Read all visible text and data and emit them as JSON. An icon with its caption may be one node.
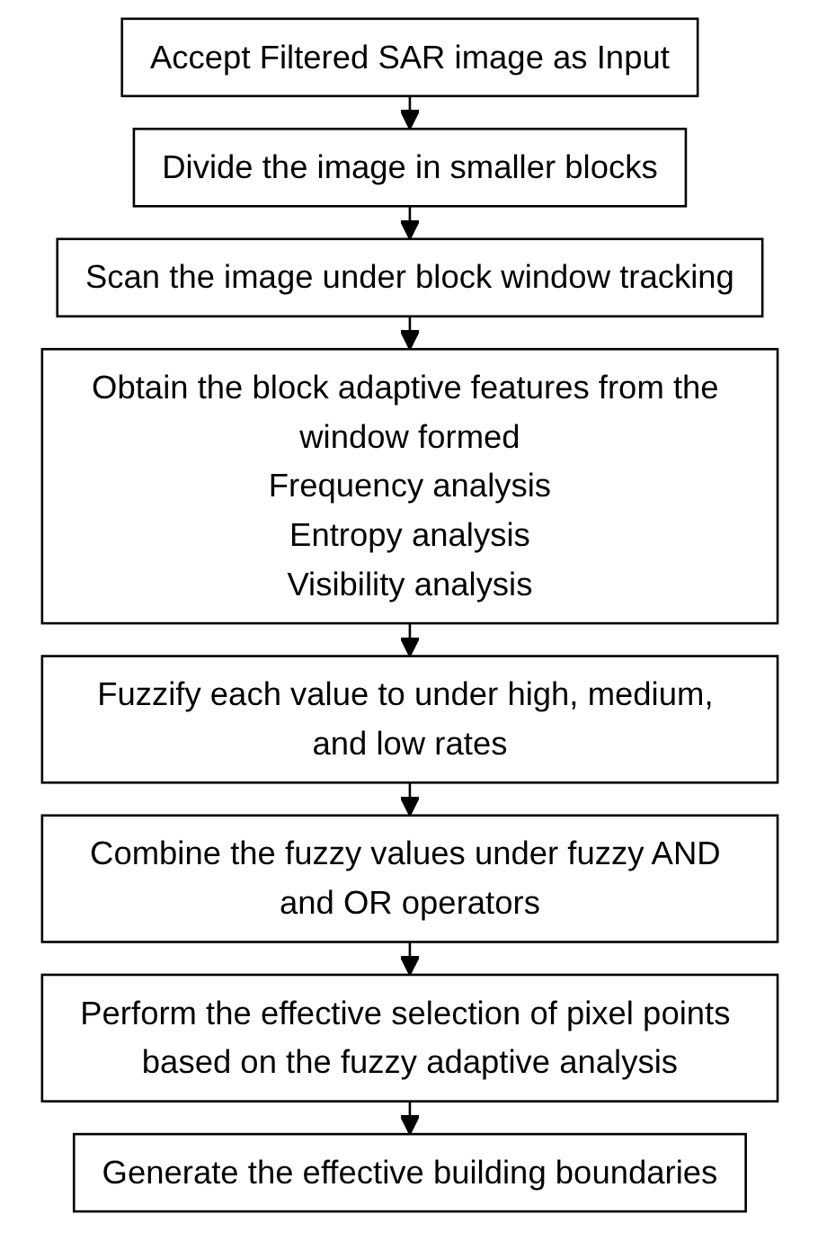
{
  "diagram": {
    "nodes": [
      {
        "text": [
          "Accept Filtered SAR image as Input"
        ]
      },
      {
        "text": [
          "Divide the image in smaller blocks"
        ]
      },
      {
        "text": [
          "Scan the image under block window tracking"
        ]
      },
      {
        "text": [
          "Obtain the block adaptive features from the window formed",
          "Frequency analysis",
          "Entropy analysis",
          "Visibility analysis"
        ]
      },
      {
        "text": [
          "Fuzzify each value to under high, medium, and low rates"
        ]
      },
      {
        "text": [
          "Combine the fuzzy values under fuzzy AND and OR operators"
        ]
      },
      {
        "text": [
          "Perform the effective selection of pixel points based on the fuzzy adaptive analysis"
        ]
      },
      {
        "text": [
          "Generate the effective building boundaries"
        ]
      }
    ],
    "edges": [
      {
        "from": 0,
        "to": 1,
        "arrow": "to"
      },
      {
        "from": 1,
        "to": 2,
        "arrow": "to"
      },
      {
        "from": 2,
        "to": 3,
        "arrow": "to"
      },
      {
        "from": 3,
        "to": 4,
        "arrow": "to"
      },
      {
        "from": 4,
        "to": 5,
        "arrow": "to"
      },
      {
        "from": 5,
        "to": 6,
        "arrow": "to"
      },
      {
        "from": 6,
        "to": 7,
        "arrow": "to"
      }
    ]
  }
}
